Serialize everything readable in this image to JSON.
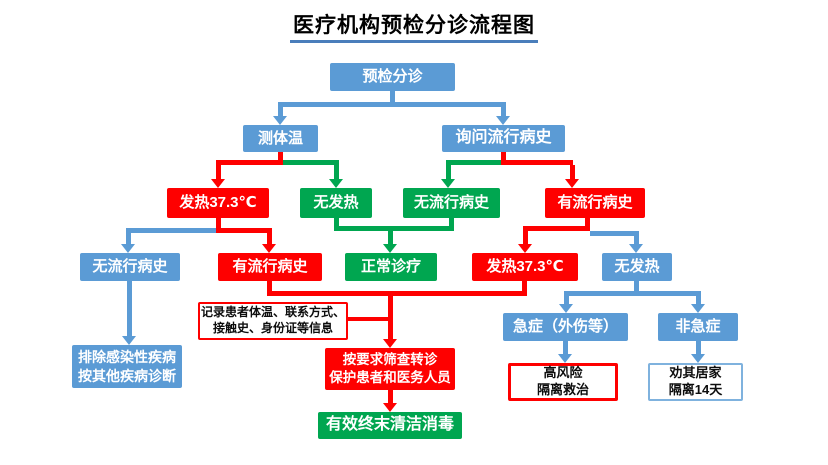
{
  "title": "医疗机构预检分诊流程图",
  "colors": {
    "blue": "#5B9BD5",
    "green": "#00A650",
    "red": "#FE0000",
    "underline": "#4A7EBB"
  },
  "nodes": {
    "triage": {
      "label": "预检分诊"
    },
    "measure_temp": {
      "label": "测体温"
    },
    "ask_history": {
      "label": "询问流行病史"
    },
    "fever_temp": {
      "label": "发热37.3℃"
    },
    "no_fever_temp": {
      "label": "无发热"
    },
    "no_history": {
      "label": "无流行病史"
    },
    "has_history": {
      "label": "有流行病史"
    },
    "no_history2": {
      "label": "无流行病史"
    },
    "has_history2": {
      "label": "有流行病史"
    },
    "normal_care": {
      "label": "正常诊疗"
    },
    "fever_hist": {
      "label": "发热37.3℃"
    },
    "no_fever_hist": {
      "label": "无发热"
    },
    "exclude": {
      "label": "排除感染性疾病\n按其他疾病诊断"
    },
    "record": {
      "label": "记录患者体温、联系方式、\n接触史、身份证等信息"
    },
    "screen": {
      "label": "按要求筛查转诊\n保护患者和医务人员"
    },
    "disinfect": {
      "label": "有效终末清洁消毒"
    },
    "emergency": {
      "label": "急症（外伤等）"
    },
    "non_emergency": {
      "label": "非急症"
    },
    "high_risk": {
      "label": "高风险\n隔离救治"
    },
    "home_quarantine": {
      "label": "劝其居家\n隔离14天"
    }
  }
}
